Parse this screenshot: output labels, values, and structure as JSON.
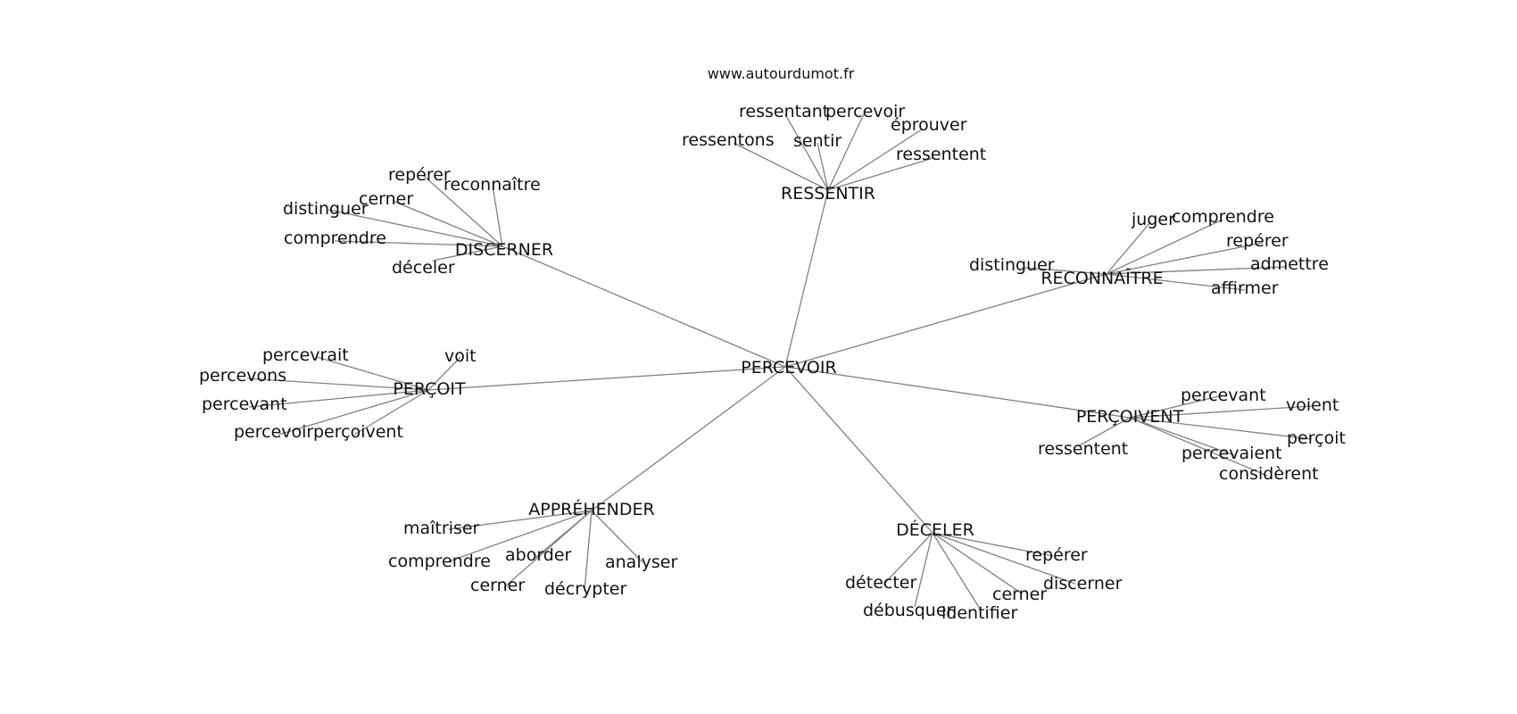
{
  "source": "www.autourdumot.fr",
  "root": "PERCEVOIR",
  "hubs": [
    {
      "label": "RESSENTIR",
      "leaves": [
        "ressentant",
        "percevoir",
        "ressentons",
        "sentir",
        "éprouver",
        "ressentent"
      ]
    },
    {
      "label": "DISCERNER",
      "leaves": [
        "repérer",
        "reconnaître",
        "cerner",
        "distinguer",
        "comprendre",
        "déceler"
      ]
    },
    {
      "label": "RECONNAÎTRE",
      "leaves": [
        "juger",
        "comprendre",
        "repérer",
        "distinguer",
        "admettre",
        "affirmer"
      ]
    },
    {
      "label": "PERÇOIT",
      "leaves": [
        "percevrait",
        "voit",
        "percevons",
        "percevant",
        "percevoir",
        "perçoivent"
      ]
    },
    {
      "label": "PERÇOIVENT",
      "leaves": [
        "percevant",
        "voient",
        "perçoit",
        "ressentent",
        "percevaient",
        "considèrent"
      ]
    },
    {
      "label": "APPRÉHENDER",
      "leaves": [
        "maîtriser",
        "comprendre",
        "aborder",
        "analyser",
        "cerner",
        "décrypter"
      ]
    },
    {
      "label": "DÉCELER",
      "leaves": [
        "repérer",
        "détecter",
        "discerner",
        "cerner",
        "débusquer",
        "identifier"
      ]
    }
  ]
}
